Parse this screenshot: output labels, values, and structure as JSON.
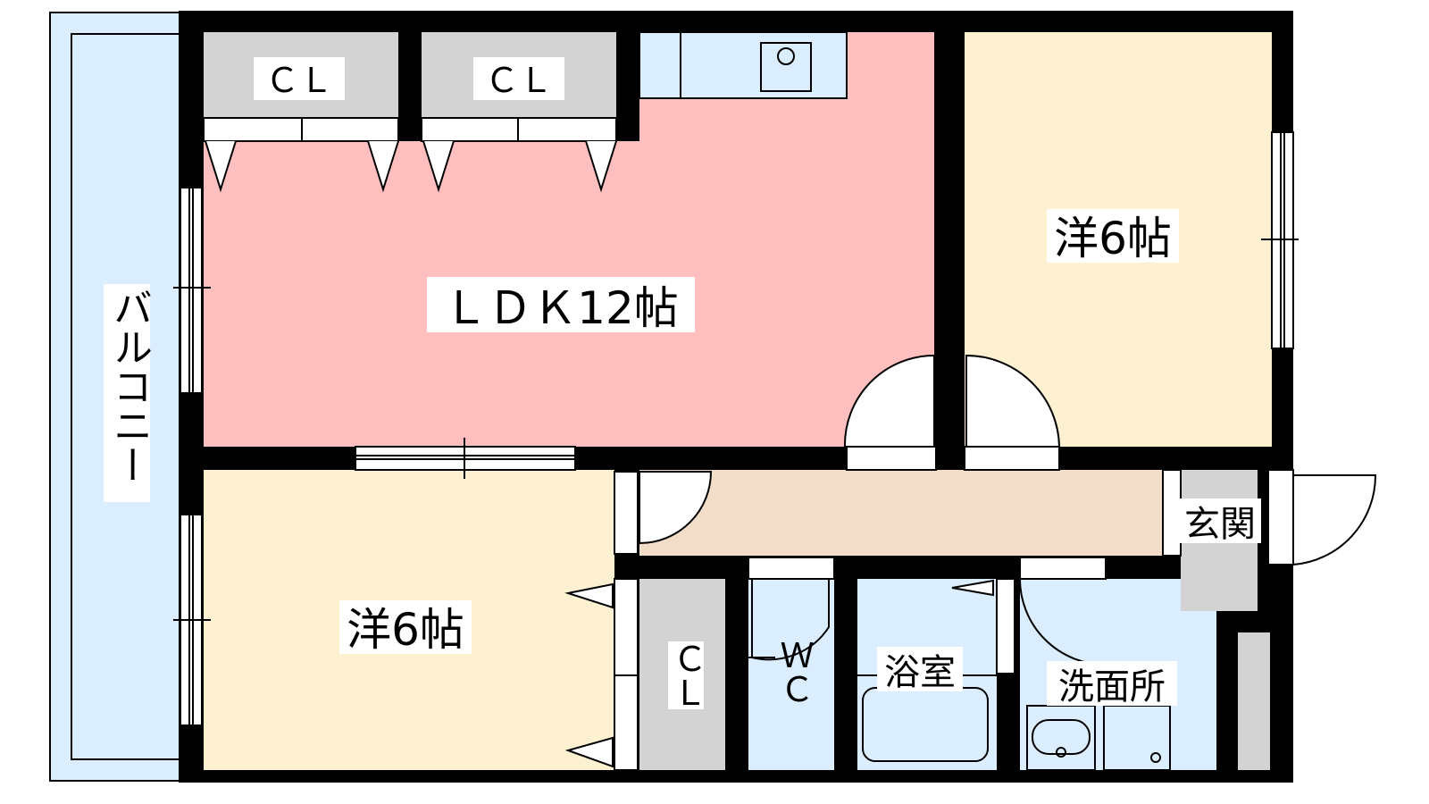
{
  "labels": {
    "balcony": "バルコニー",
    "ldk": "ＬＤＫ12帖",
    "bedroom_east": "洋6帖",
    "bedroom_west": "洋6帖",
    "closet_1": "ＣＬ",
    "closet_2": "ＣＬ",
    "closet_3": "ＣＬ",
    "wc": "ＷＣ",
    "bathroom": "浴室",
    "washroom": "洗面所",
    "entrance": "玄関"
  },
  "colors": {
    "wall": "#000000",
    "balcony": "#dbeeff",
    "ldk": "#ffbfbf",
    "bedroom": "#fef1d2",
    "hallway": "#f2dec8",
    "closet": "#d3d3d3",
    "wet_area": "#dbeeff",
    "entrance": "#d3d3d3"
  }
}
